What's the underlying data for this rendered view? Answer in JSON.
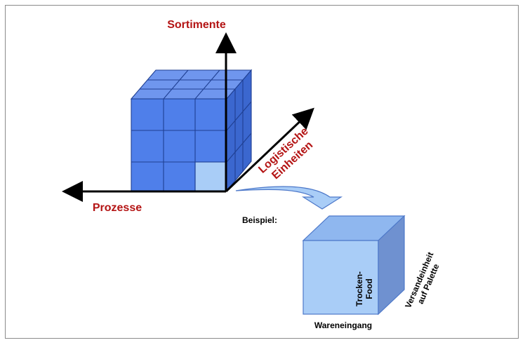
{
  "diagram": {
    "axes": {
      "sortimente": "Sortimente",
      "prozesse": "Prozesse",
      "logistische_line1": "Logistische",
      "logistische_line2": "Einheiten"
    },
    "example": {
      "label": "Beispiel:",
      "front_line1": "Trocken-",
      "front_line2": "Food",
      "bottom": "Wareneingang",
      "side_line1": "Versandeinheit",
      "side_line2": "auf Palette"
    },
    "colors": {
      "axis_text": "#b41414",
      "cube_blue": "#4f7fea",
      "highlight_cell": "#a9cdf7",
      "example_front": "#a9cdf7",
      "arrow_fill": "#a9cdf7"
    }
  }
}
